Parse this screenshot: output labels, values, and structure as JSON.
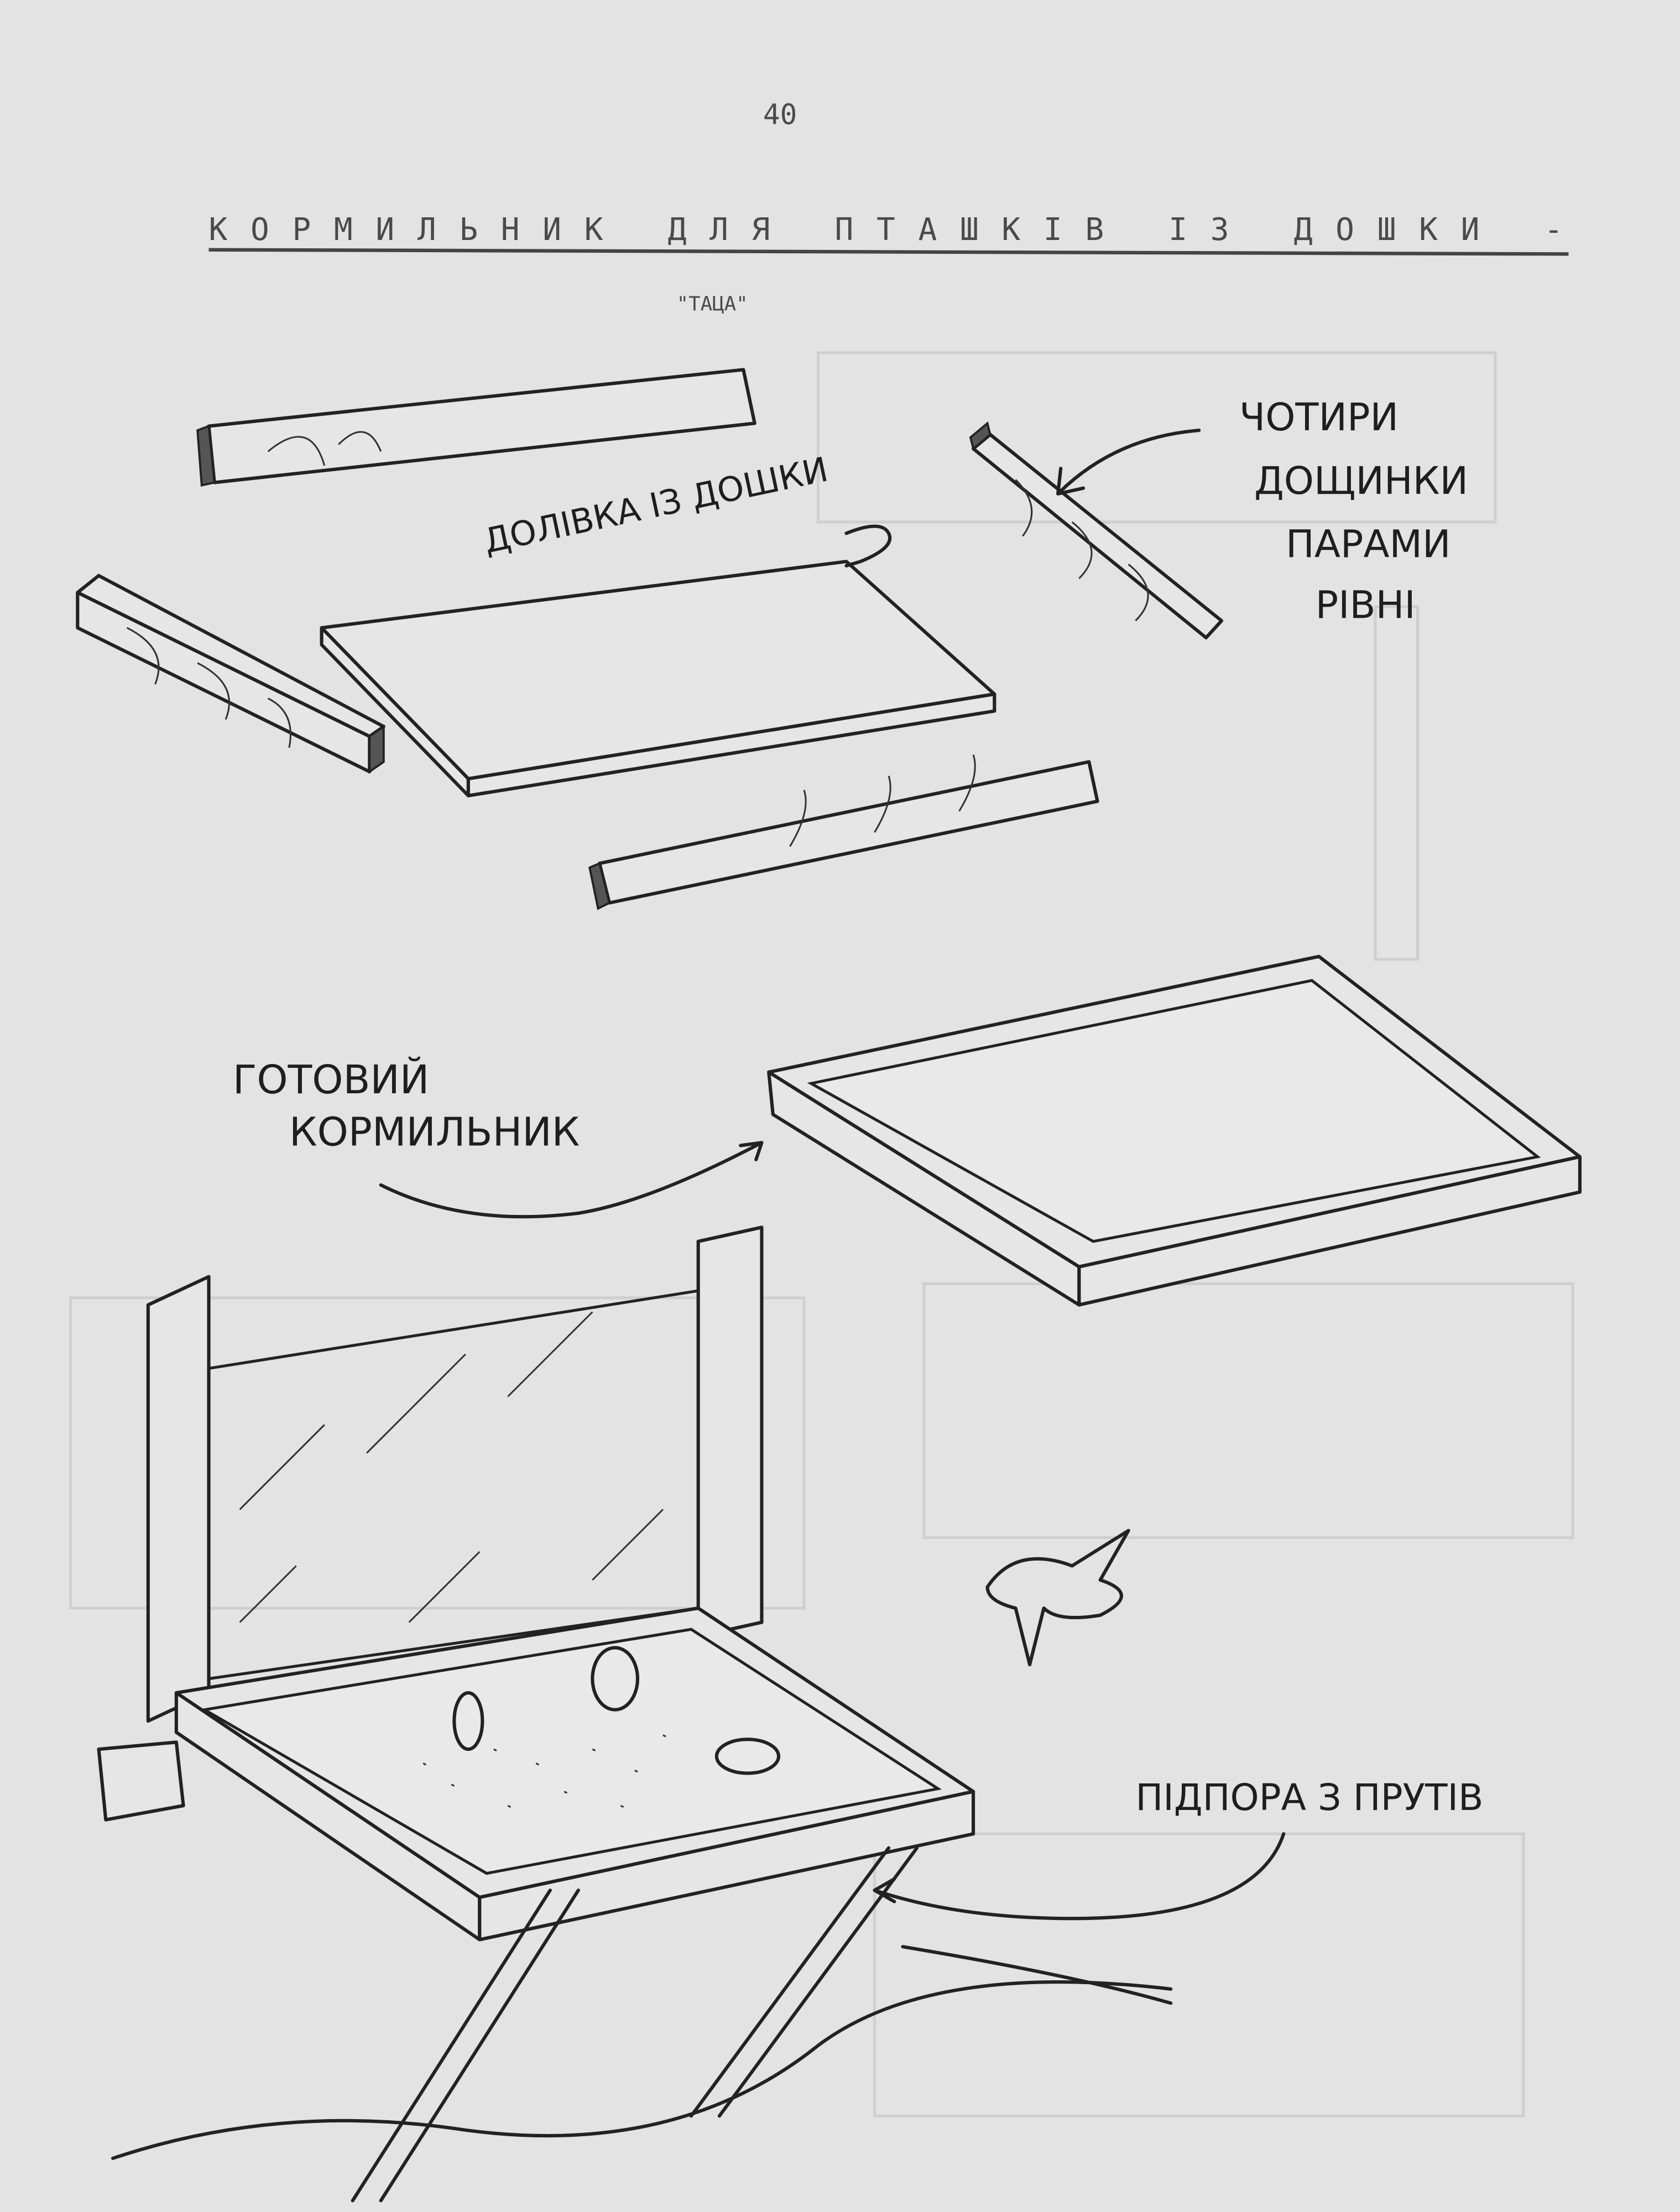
{
  "page_number": "40",
  "title": "КОРМИЛЬНИК ДЛЯ ПТАШКІВ ІЗ ДОШКИ -",
  "subtitle": "\"ТАЦА\"",
  "labels": {
    "four_boards": [
      "ЧОТИРИ",
      "ДОЩИНКИ",
      "ПАРАМИ",
      "РІВНІ"
    ],
    "floor_board": "ДОЛІВКА ІЗ ДОШКИ",
    "ready_feeder": [
      "ГОТОВИЙ",
      "КОРМИЛЬНИК"
    ],
    "support": "ПІДПОРА З ПРУТІВ"
  }
}
